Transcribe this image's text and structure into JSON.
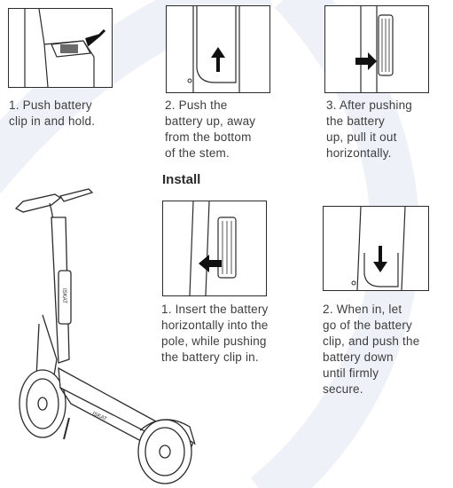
{
  "steps_remove": [
    {
      "caption": [
        "1. Push battery",
        "clip in and hold."
      ]
    },
    {
      "caption": [
        "2. Push the",
        "battery up, away",
        "from the bottom",
        "of the stem."
      ]
    },
    {
      "caption": [
        "3. After pushing",
        "the battery",
        "up, pull it out",
        "horizontally."
      ]
    }
  ],
  "install_heading": "Install",
  "steps_install": [
    {
      "caption": [
        "1. Insert the battery",
        "horizontally into the",
        "pole, while pushing",
        "the battery clip in."
      ]
    },
    {
      "caption": [
        "2. When in, let",
        "go of the battery",
        "clip, and push the",
        "battery down",
        "until firmly",
        "secure."
      ]
    }
  ],
  "scooter_labels": {
    "stem_brand": "ISKAT",
    "deck_brand": "ISKAT"
  },
  "colors": {
    "line": "#2b2b2b",
    "background_arc": "#eef1f8",
    "text": "#3d3d3d"
  }
}
